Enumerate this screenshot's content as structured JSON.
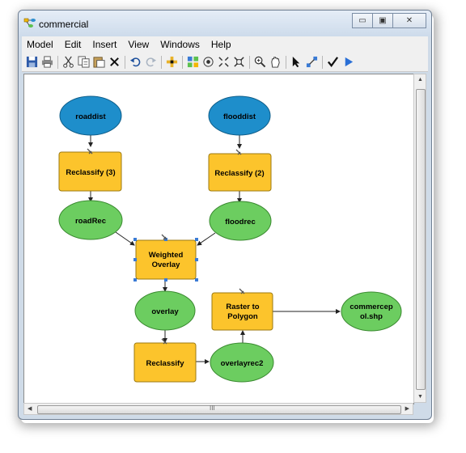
{
  "window": {
    "title": "commercial"
  },
  "caption_buttons": {
    "minimize": "▭",
    "maximize": "▣",
    "close": "✕"
  },
  "menu": [
    "Model",
    "Edit",
    "Insert",
    "View",
    "Windows",
    "Help"
  ],
  "toolbar_icons": [
    "save-icon",
    "print-icon",
    "cut-icon",
    "copy-icon",
    "paste-icon",
    "delete-icon",
    "undo-icon",
    "redo-icon",
    "add-data-icon",
    "auto-layout-icon",
    "full-extent-icon",
    "zoom-in-fixed-icon",
    "zoom-out-fixed-icon",
    "zoom-in-icon",
    "pan-icon",
    "select-icon",
    "connect-icon",
    "validate-icon",
    "run-icon"
  ],
  "model": {
    "nodes": {
      "roaddist": "roaddist",
      "flooddist": "flooddist",
      "reclassify3": "Reclassify (3)",
      "reclassify2": "Reclassify (2)",
      "roadrec": "roadRec",
      "floodrec": "floodrec",
      "weighted_overlay_1": "Weighted",
      "weighted_overlay_2": "Overlay",
      "overlay": "overlay",
      "raster_to_polygon_1": "Raster to",
      "raster_to_polygon_2": "Polygon",
      "commercepol_1": "commercep",
      "commercepol_2": "ol.shp",
      "reclassify": "Reclassify",
      "overlayrec2": "overlayrec2"
    }
  },
  "scrollbar": {
    "grip": "III"
  },
  "colors": {
    "data_variable": "#1e8ecb",
    "tool": "#fcc42c",
    "derived_data": "#6ccd60",
    "connector": "#222222",
    "selection": "#3a7bd5"
  }
}
